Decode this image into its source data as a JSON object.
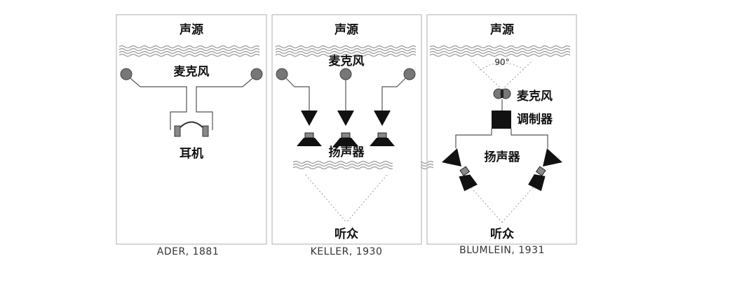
{
  "colors": {
    "mic": "#777777",
    "line": "#555555",
    "wave": "#999999",
    "dot": "#aaaaaa",
    "ink": "#111111"
  },
  "panels": [
    {
      "caption": "ADER, 1881",
      "source": "声源",
      "mic_label": "麦克风",
      "output_label": "耳机"
    },
    {
      "caption": "KELLER, 1930",
      "source": "声源",
      "mic_label": "麦克风",
      "speaker_label": "扬声器",
      "listener_label": "听众"
    },
    {
      "caption": "BLUMLEIN, 1931",
      "source": "声源",
      "angle_label": "90°",
      "mic_label": "麦克风",
      "modulator_label": "调制器",
      "speaker_label": "扬声器",
      "listener_label": "听众"
    }
  ]
}
